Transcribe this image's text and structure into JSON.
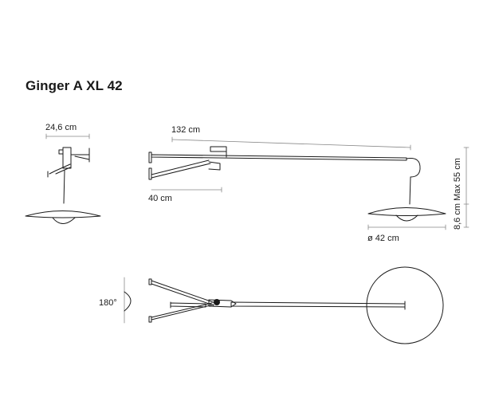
{
  "title": "Ginger A XL 42",
  "dimensions": {
    "front_width": "24,6 cm",
    "arm_length": "132 cm",
    "bracket_length": "40 cm",
    "shade_diameter": "ø 42 cm",
    "height": "8,6 cm Max 55 cm",
    "rotation": "180°"
  },
  "colors": {
    "line": "#1a1a1a",
    "text": "#1a1a1a",
    "background": "#ffffff"
  }
}
